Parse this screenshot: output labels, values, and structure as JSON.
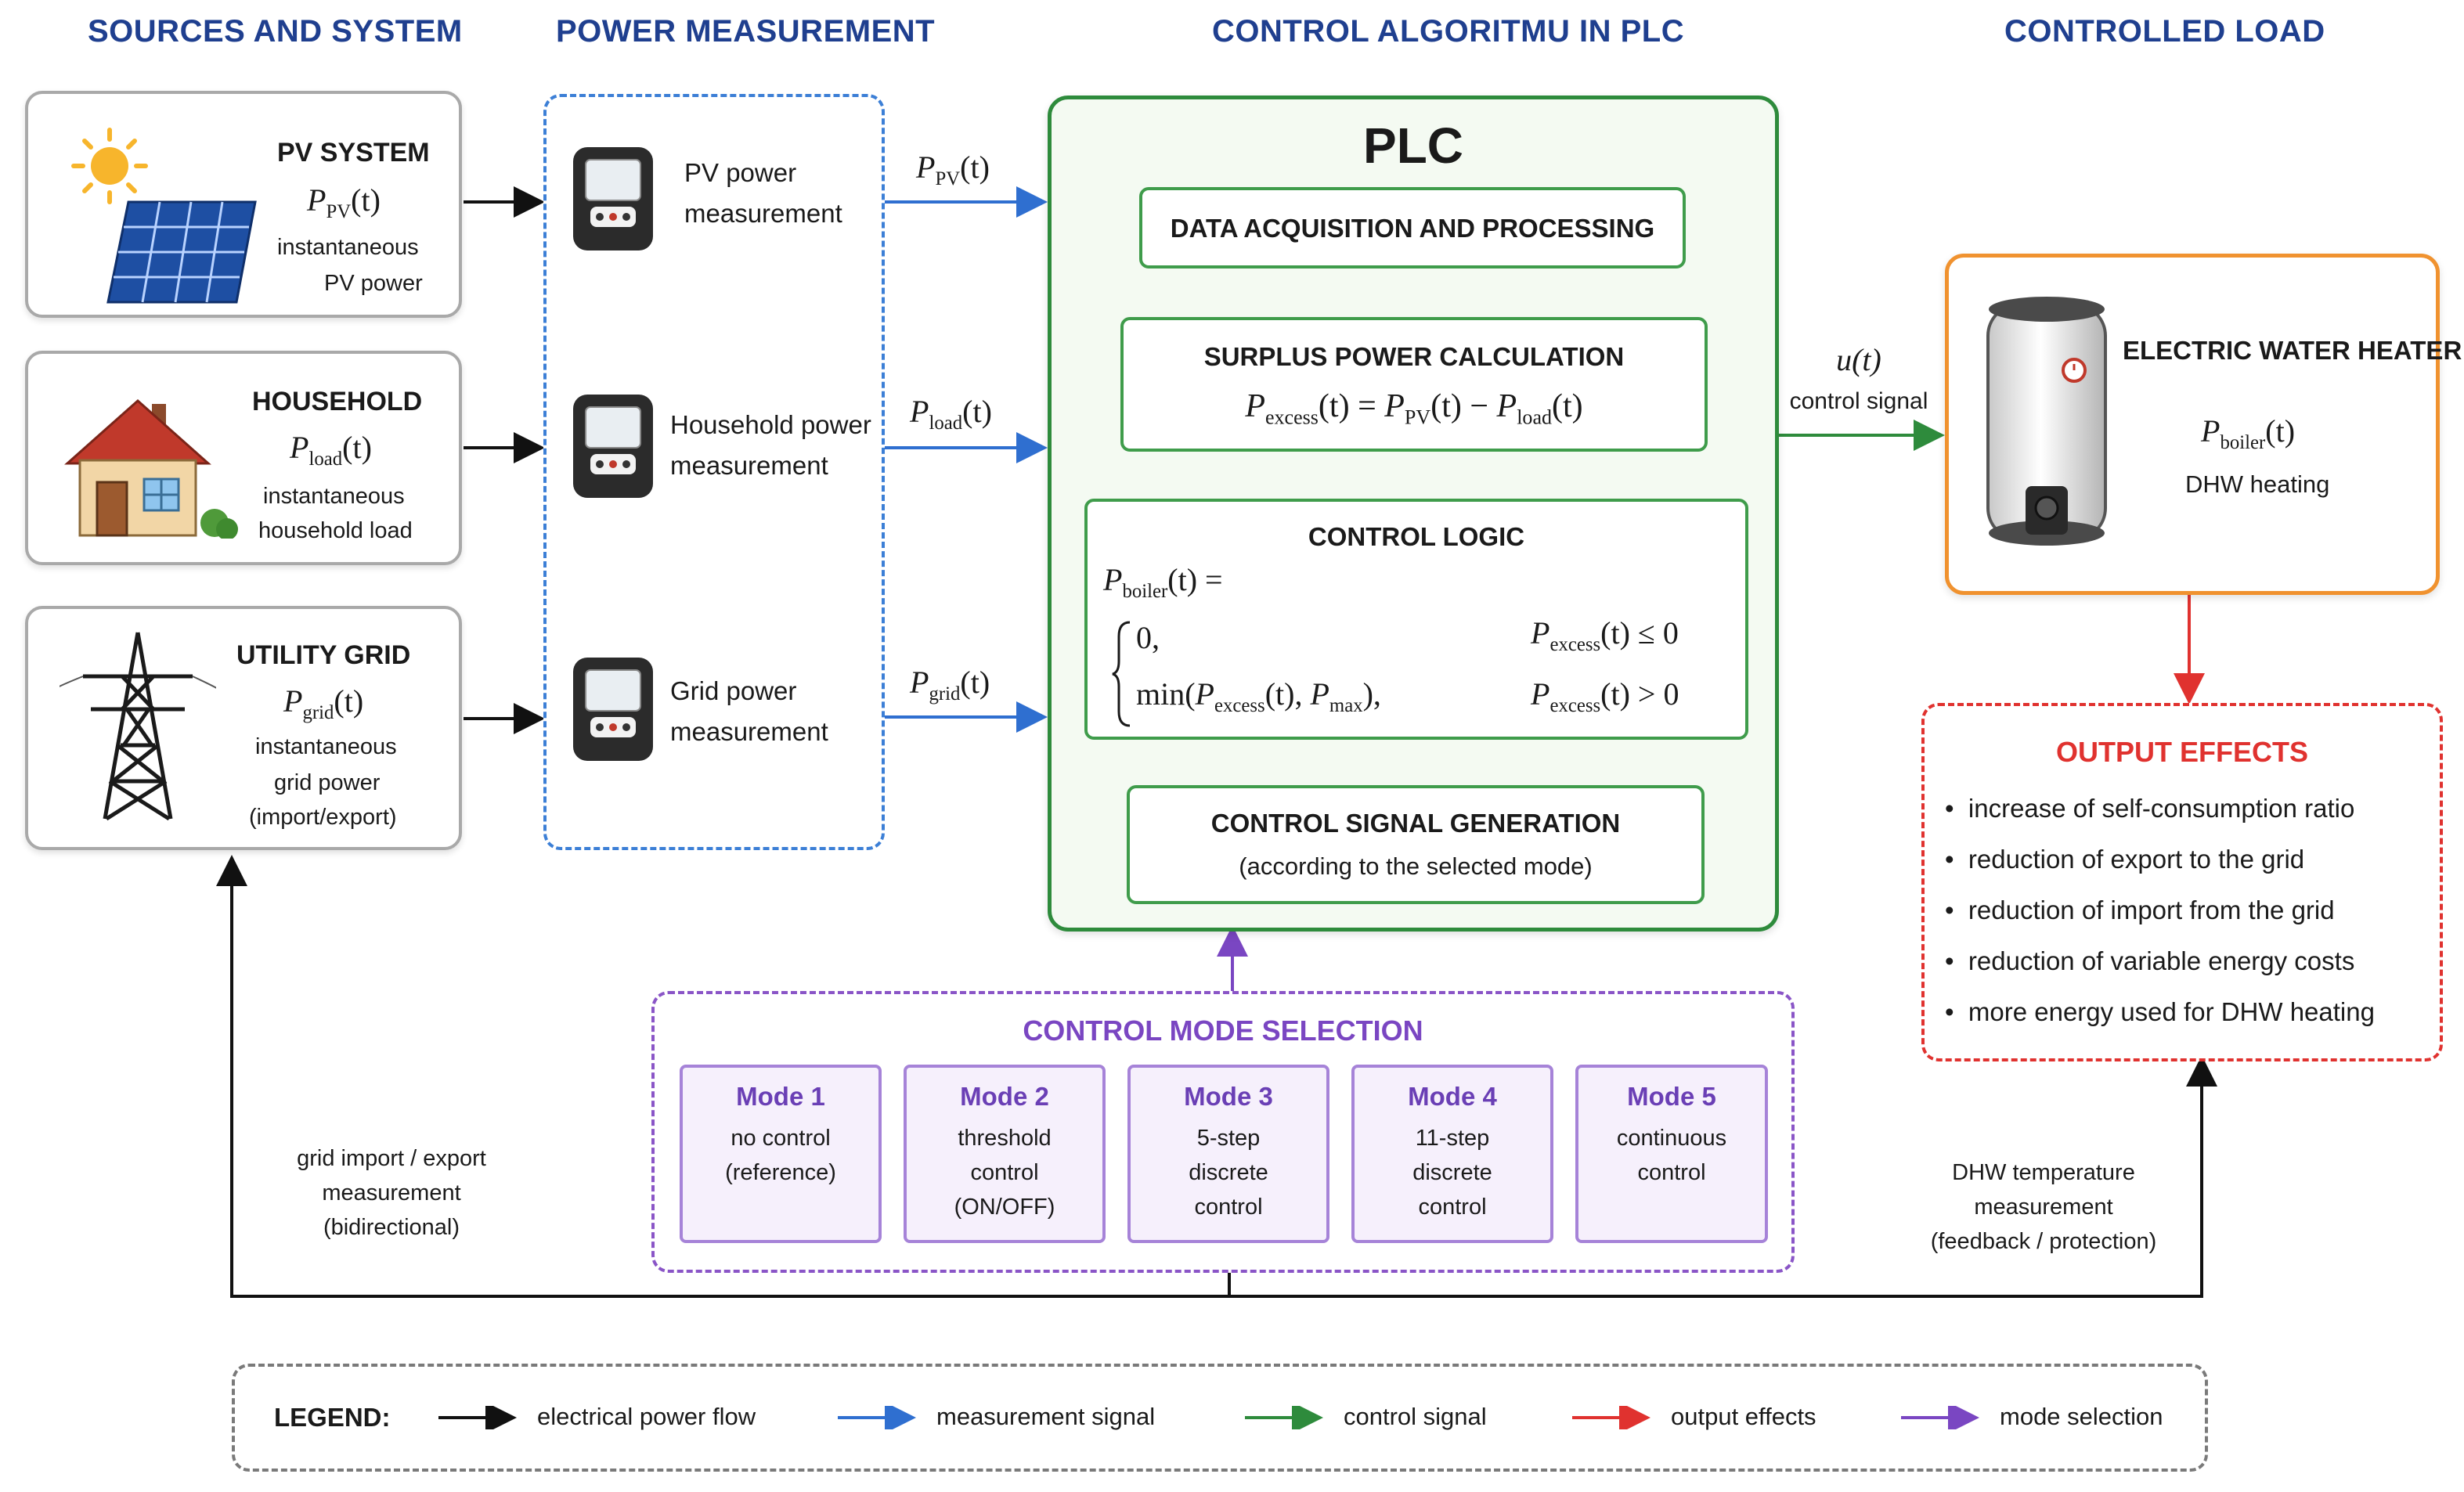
{
  "columns": {
    "sources": "SOURCES AND SYSTEM",
    "measurement": "POWER MEASUREMENT",
    "control": "CONTROL ALGORITMU IN PLC",
    "load": "CONTROLLED LOAD"
  },
  "pv": {
    "title": "PV SYSTEM",
    "symbol_main": "P",
    "symbol_sub": "PV",
    "symbol_arg": "(t)",
    "line1": "instantaneous",
    "line2": "PV power"
  },
  "household": {
    "title": "HOUSEHOLD",
    "symbol_main": "P",
    "symbol_sub": "load",
    "symbol_arg": "(t)",
    "line1": "instantaneous",
    "line2": "household load"
  },
  "grid": {
    "title": "UTILITY GRID",
    "symbol_main": "P",
    "symbol_sub": "grid",
    "symbol_arg": "(t)",
    "line1": "instantaneous",
    "line2": "grid power",
    "line3": "(import/export)"
  },
  "meters": {
    "pv": {
      "line1": "PV power",
      "line2": "measurement",
      "signal_main": "P",
      "signal_sub": "PV",
      "signal_arg": "(t)"
    },
    "household": {
      "line1": "Household power",
      "line2": "measurement",
      "signal_main": "P",
      "signal_sub": "load",
      "signal_arg": "(t)"
    },
    "grid": {
      "line1": "Grid power",
      "line2": "measurement",
      "signal_main": "P",
      "signal_sub": "grid",
      "signal_arg": "(t)"
    }
  },
  "plc": {
    "title": "PLC",
    "acquisition": "DATA ACQUISITION AND PROCESSING",
    "surplus": {
      "title": "SURPLUS POWER CALCULATION",
      "f_lhs": "P",
      "f_lhs_sub": "excess",
      "f_arg": "(t)",
      "f_eq": "=",
      "f_a": "P",
      "f_a_sub": "PV",
      "f_minus": "−",
      "f_b": "P",
      "f_b_sub": "load"
    },
    "logic": {
      "title": "CONTROL LOGIC",
      "lhs": "P",
      "lhs_sub": "boiler",
      "lhs_arg": "(t) =",
      "case1_value": "0,",
      "case1_cond": "P",
      "case1_cond_sub": "excess",
      "case1_cond_rest": "(t) ≤ 0",
      "case2_value_fn": "min(",
      "case2_value_p": "P",
      "case2_value_sub": "excess",
      "case2_value_mid": "(t), ",
      "case2_value_p2": "P",
      "case2_value_sub2": "max",
      "case2_value_end": "),",
      "case2_cond": "P",
      "case2_cond_sub": "excess",
      "case2_cond_rest": "(t) > 0"
    },
    "signal_gen": {
      "line1": "CONTROL SIGNAL GENERATION",
      "line2": "(according to the selected mode)"
    }
  },
  "control_signal": {
    "symbol": "u(t)",
    "label": "control signal"
  },
  "heater": {
    "title": "ELECTRIC WATER HEATER",
    "symbol_main": "P",
    "symbol_sub": "boiler",
    "symbol_arg": "(t)",
    "line1": "DHW heating"
  },
  "output_effects": {
    "title": "OUTPUT EFFECTS",
    "items": [
      "increase of self-consumption ratio",
      "reduction of export to the grid",
      "reduction of import from the grid",
      "reduction of variable energy costs",
      "more energy used for DHW heating"
    ]
  },
  "mode_selection": {
    "title": "CONTROL MODE SELECTION",
    "modes": [
      {
        "name": "Mode 1",
        "lines": [
          "no control",
          "(reference)"
        ]
      },
      {
        "name": "Mode 2",
        "lines": [
          "threshold",
          "control",
          "(ON/OFF)"
        ]
      },
      {
        "name": "Mode 3",
        "lines": [
          "5-step",
          "discrete",
          "control"
        ]
      },
      {
        "name": "Mode 4",
        "lines": [
          "11-step",
          "discrete",
          "control"
        ]
      },
      {
        "name": "Mode 5",
        "lines": [
          "continuous",
          "control"
        ]
      }
    ]
  },
  "feedback": {
    "grid_line1": "grid import / export",
    "grid_line2": "measurement",
    "grid_line3": "(bidirectional)",
    "dhw_line1": "DHW temperature",
    "dhw_line2": "measurement",
    "dhw_line3": "(feedback / protection)"
  },
  "legend": {
    "title": "LEGEND:",
    "items": [
      {
        "label": "electrical power flow",
        "color": "#111111"
      },
      {
        "label": "measurement signal",
        "color": "#2f6fd0"
      },
      {
        "label": "control signal",
        "color": "#2e8b3c"
      },
      {
        "label": "output effects",
        "color": "#e0322f"
      },
      {
        "label": "mode selection",
        "color": "#7a46c2"
      }
    ]
  },
  "colors": {
    "heading": "#1f3f8f",
    "measurement": "#2f6fd0",
    "control": "#2e8b3c",
    "output": "#e0322f",
    "mode": "#7a46c2",
    "power": "#111111",
    "heater_border": "#f0922f"
  }
}
